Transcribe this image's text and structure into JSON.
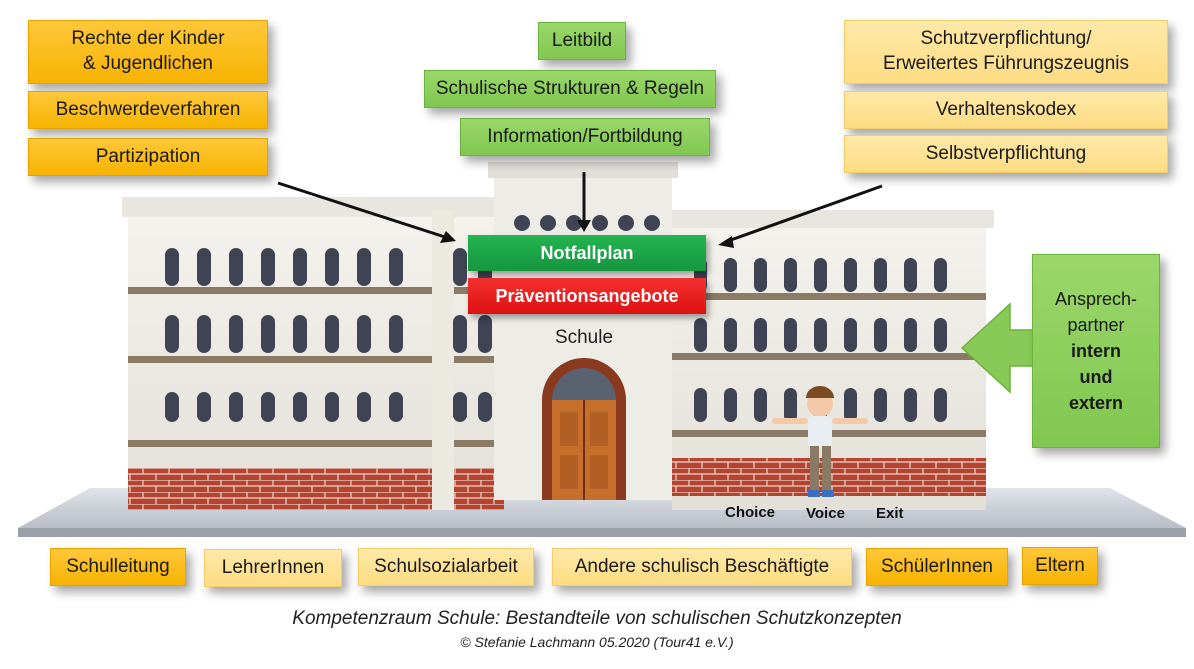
{
  "top_left": [
    "Rechte der Kinder\n& Jugendlichen",
    "Beschwerdeverfahren",
    "Partizipation"
  ],
  "top_center": [
    "Leitbild",
    "Schulische Strukturen & Regeln",
    "Information/Fortbildung"
  ],
  "top_right": [
    "Schutzverpflichtung/\nErweitertes Führungszeugnis",
    "Verhaltenskodex",
    "Selbstverpflichtung"
  ],
  "banners": {
    "notfallplan": "Notfallplan",
    "praevention": "Präventionsangebote",
    "schule": "Schule"
  },
  "ansprech": {
    "line1": "Ansprech-",
    "line2": "partner",
    "line3": "intern",
    "line4": "und",
    "line5": "extern"
  },
  "player_menu": [
    "Choice",
    "Voice",
    "Exit"
  ],
  "bottom": [
    "Schulleitung",
    "LehrerInnen",
    "Schulsozialarbeit",
    "Andere schulisch Beschäftigte",
    "SchülerInnen",
    "Eltern"
  ],
  "caption": {
    "title": "Kompetenzraum Schule: Bestandteile von schulischen Schutzkonzepten",
    "credit": "© Stefanie Lachmann 05.2020 (Tour41 e.V.)"
  },
  "colors": {
    "orange": "#f6b300",
    "pale_yellow": "#fddc83",
    "green": "#80c750",
    "banner_green": "#1fa84b",
    "banner_red": "#ee1c1c"
  }
}
